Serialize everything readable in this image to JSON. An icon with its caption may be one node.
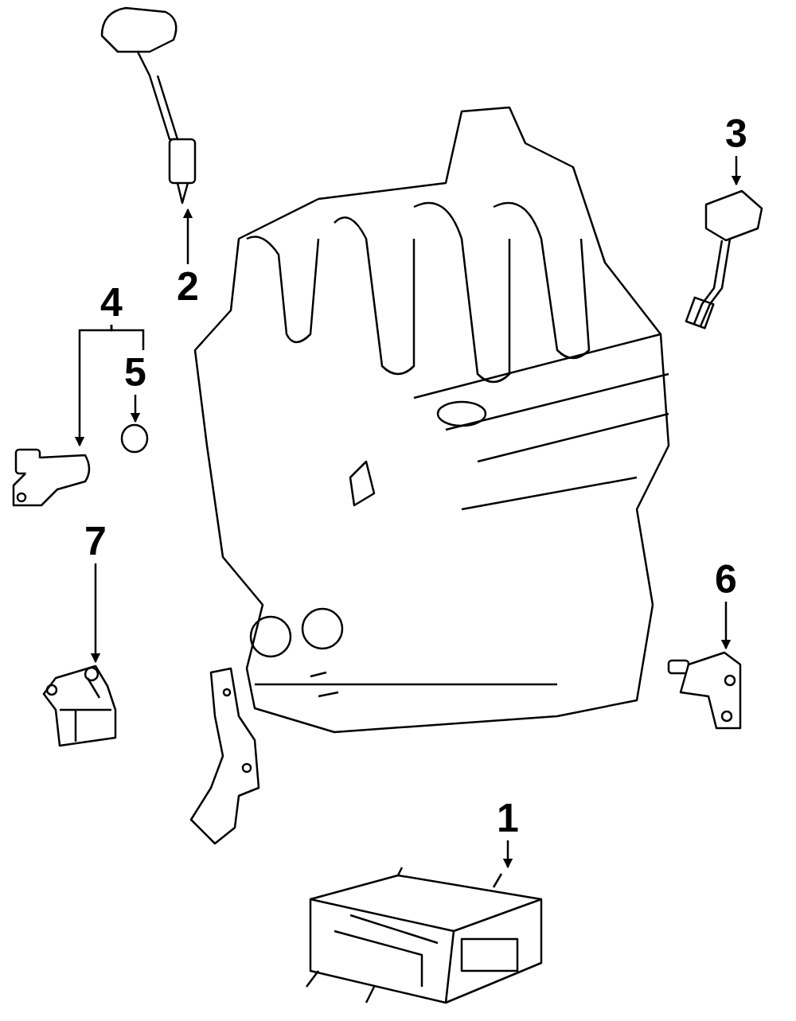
{
  "diagram": {
    "nodes": [
      {
        "text": [
          "1"
        ]
      },
      {
        "text": [],
        "shape": "picture"
      },
      {
        "text": [
          "2"
        ]
      },
      {
        "text": [],
        "shape": "picture"
      },
      {
        "text": [
          "3"
        ]
      },
      {
        "text": [],
        "shape": "picture"
      },
      {
        "text": [
          "4"
        ]
      },
      {
        "text": [],
        "shape": "picture"
      },
      {
        "text": [
          "5"
        ]
      },
      {
        "text": [],
        "shape": "circle"
      },
      {
        "text": [
          "7"
        ]
      },
      {
        "text": [],
        "shape": "picture"
      },
      {
        "text": [
          "6"
        ]
      },
      {
        "text": [],
        "shape": "picture"
      }
    ],
    "edges": [
      {
        "from": 0,
        "to": 1,
        "arrow": "to"
      },
      {
        "from": 2,
        "to": 3,
        "arrow": "to"
      },
      {
        "from": 4,
        "to": 5,
        "arrow": "to"
      },
      {
        "from": 6,
        "to": 7,
        "arrow": "to"
      },
      {
        "from": 6,
        "to": 8,
        "arrow": "none"
      },
      {
        "from": 8,
        "to": 9,
        "arrow": "to"
      },
      {
        "from": 10,
        "to": 11,
        "arrow": "to"
      },
      {
        "from": 12,
        "to": 13,
        "arrow": "to"
      }
    ]
  }
}
